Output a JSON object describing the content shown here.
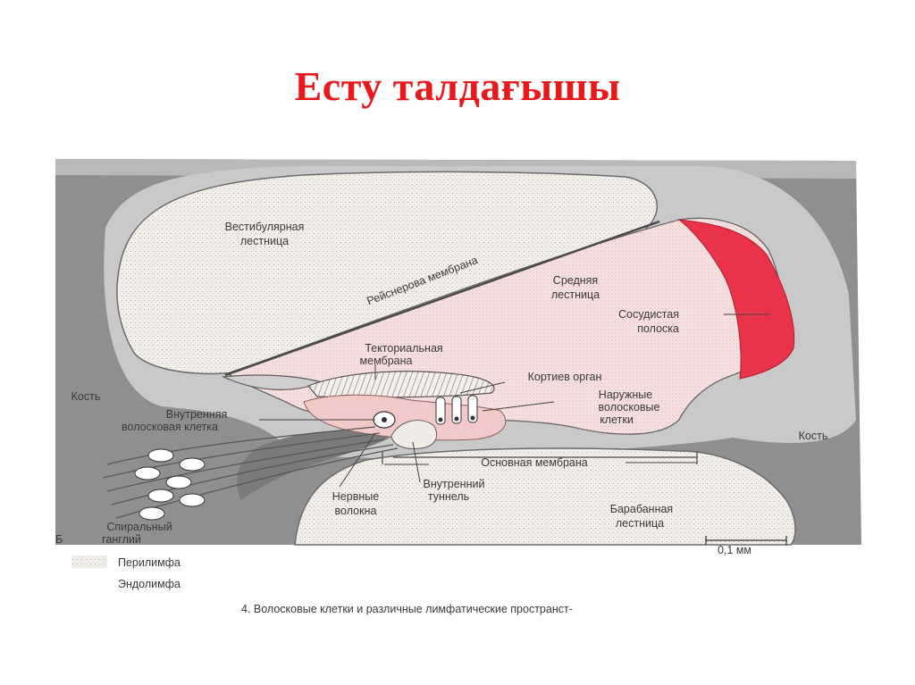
{
  "title": "Есту талдағышы",
  "diagram": {
    "labels": {
      "vestibular_1": "Вестибулярная",
      "vestibular_2": "лестница",
      "reissner": "Рейснерова мембрана",
      "media_1": "Средняя",
      "media_2": "лестница",
      "stria_1": "Сосудистая",
      "stria_2": "полоска",
      "tectorial_1": "Текториальная",
      "tectorial_2": "мембрана",
      "corti": "Кортиев орган",
      "outer_hair_1": "Наружные",
      "outer_hair_2": "волосковые",
      "outer_hair_3": "клетки",
      "bone_left": "Кость",
      "bone_right": "Кость",
      "inner_hair_1": "Внутренняя",
      "inner_hair_2": "волосковая клетка",
      "basilar": "Основная мембрана",
      "nerve_1": "Нервные",
      "nerve_2": "волокна",
      "tunnel_1": "Внутренний",
      "tunnel_2": "туннель",
      "tympani_1": "Барабанная",
      "tympani_2": "лестница",
      "spiral_1": "Спиральный",
      "spiral_2": "ганглий",
      "panel_letter": "Б",
      "scale": "0,1 мм",
      "legend_perilymph": "Перилимфа",
      "legend_endolymph": "Эндолимфа",
      "caption_cut": "4. Волосковые клетки и различные лимфатические пространст-"
    },
    "colors": {
      "title": "#e8181b",
      "bone": "#8e8e8e",
      "perilymph": "#efebe6",
      "endolymph": "#f3dcdc",
      "stria": "#e8334a"
    }
  }
}
